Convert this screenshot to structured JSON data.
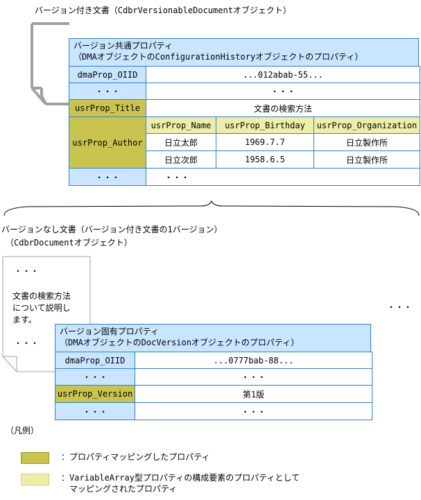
{
  "versioned_doc": {
    "title": "バージョン付き文書（CdbrVersionableDocumentオブジェクト）",
    "header_line1": "バージョン共通プロパティ",
    "header_line2": "（DMAオブジェクトのConfigurationHistoryオブジェクトのプロパティ）",
    "rows": {
      "oiid_name": "dmaProp_OIID",
      "oiid_value": "...012abab-55...",
      "ellipsis": "・・・",
      "title_name": "usrProp_Title",
      "title_value": "文書の検索方法",
      "author_name": "usrProp_Author",
      "author_columns": [
        "usrProp_Name",
        "usrProp_Birthday",
        "usrProp_Organization"
      ],
      "author_rows": [
        [
          "日立太郎",
          "1969.7.7",
          "日立製作所"
        ],
        [
          "日立次郎",
          "1958.6.5",
          "日立製作所"
        ]
      ]
    }
  },
  "version_doc": {
    "title_line1": "バージョンなし文書（バージョン付き文書の1バージョン）",
    "title_line2": "（CdbrDocumentオブジェクト）",
    "doc_ellipsis": "・・・",
    "doc_text": [
      "文書の検索方法",
      "について説明し",
      "ます。"
    ],
    "side_ellipsis": "・・・",
    "header_line1": "バージョン固有プロパティ",
    "header_line2": "（DMAオブジェクトのDocVersionオブジェクトのプロパティ）",
    "rows": {
      "oiid_name": "dmaProp_OIID",
      "oiid_value": "...0777bab-88...",
      "ellipsis": "・・・",
      "version_name": "usrProp_Version",
      "version_value": "第1版"
    }
  },
  "legend": {
    "title": "（凡例）",
    "item1": "：プロパティマッピングしたプロパティ",
    "item2_line1": "：VariableArray型プロパティの構成要素のプロパティとして",
    "item2_line2": "マッピングされたプロパティ"
  },
  "colors": {
    "header_fill": "#c9e5ff",
    "border": "#2f7fd0",
    "mapped": "#c8c44f",
    "array_element": "#eeedaa",
    "doc_frame": "#a0a0a0"
  }
}
